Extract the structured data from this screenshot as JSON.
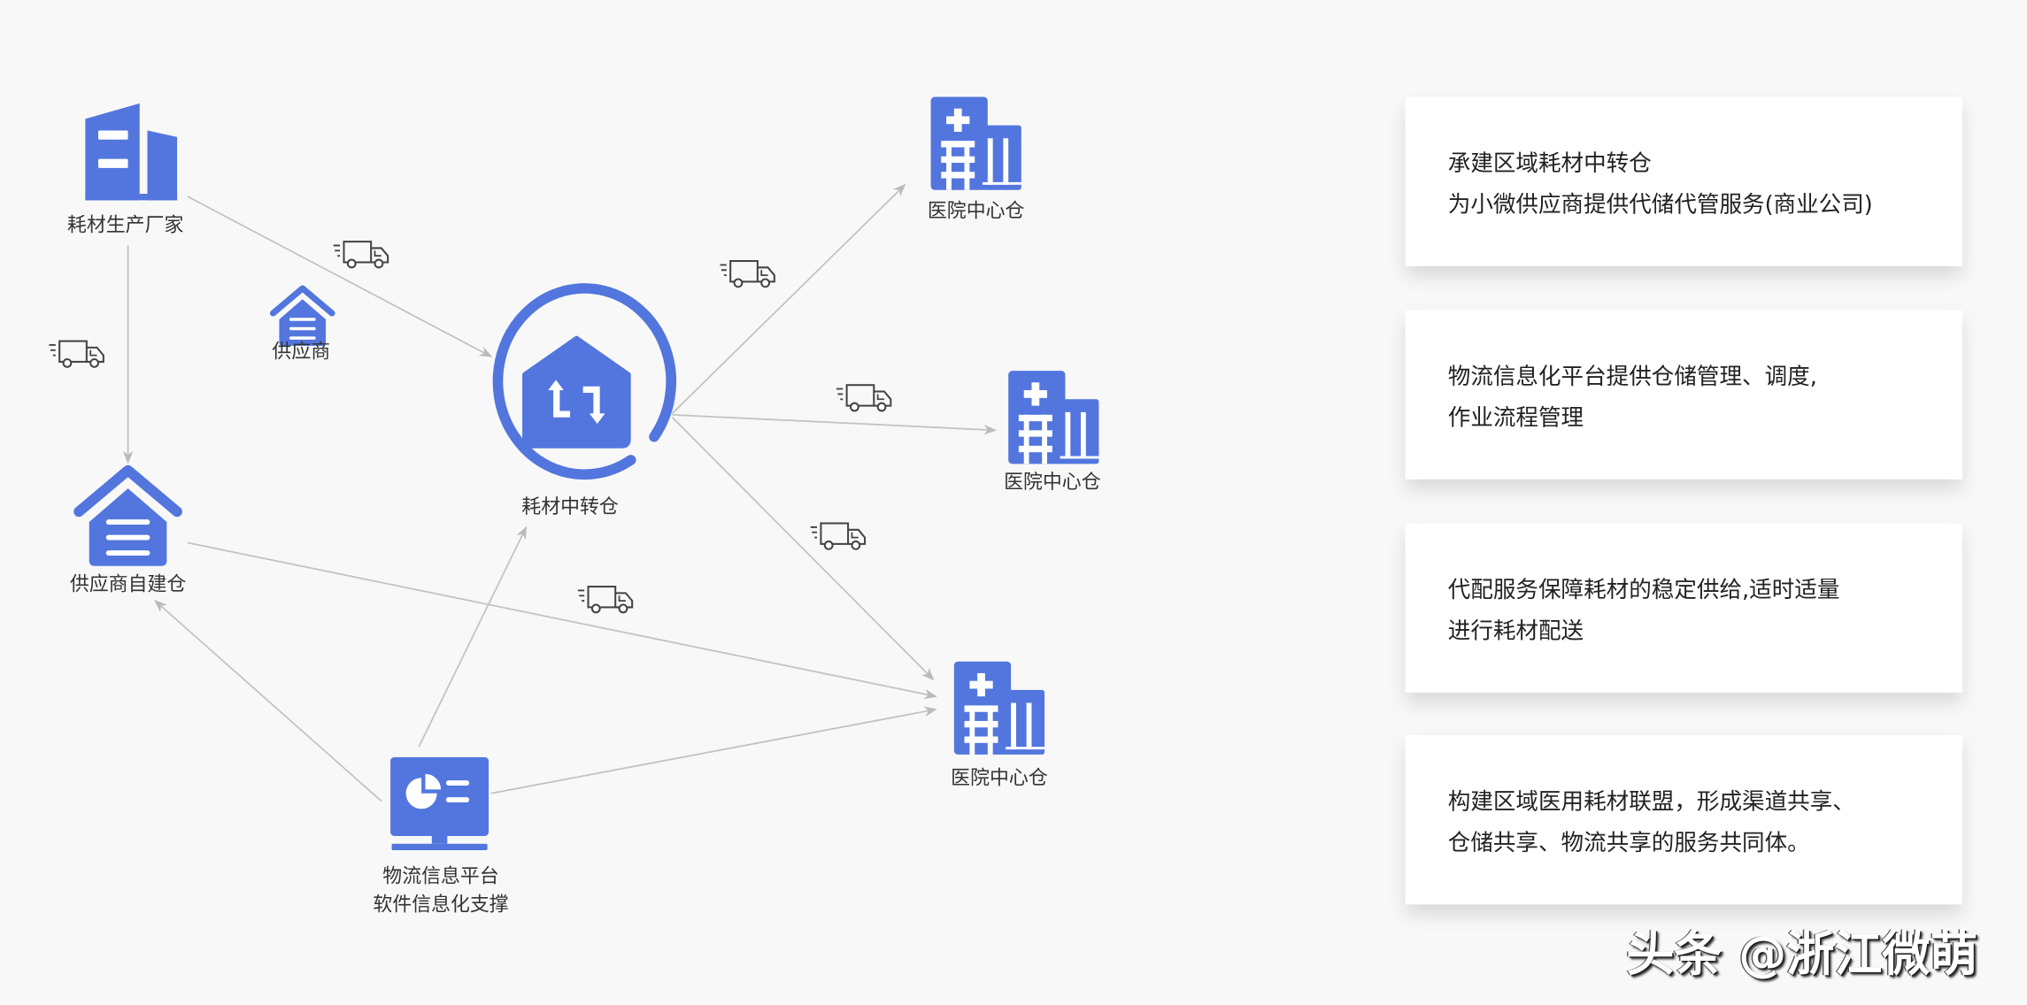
{
  "colors": {
    "accent": "#5276de",
    "line": "#c2c2c2",
    "background": "#f8f8f8"
  },
  "nodes": {
    "manufacturer": {
      "label": "耗材生产厂家",
      "icon": "factory-building-icon"
    },
    "supplier": {
      "label": "供应商",
      "icon": "warehouse-icon"
    },
    "supplier_warehouse": {
      "label": "供应商自建仓",
      "icon": "warehouse-icon"
    },
    "hub": {
      "label": "耗材中转仓",
      "icon": "transfer-house-icon"
    },
    "hospital_1": {
      "label": "医院中心仓",
      "icon": "hospital-icon"
    },
    "hospital_2": {
      "label": "医院中心仓",
      "icon": "hospital-icon"
    },
    "hospital_3": {
      "label": "医院中心仓",
      "icon": "hospital-icon"
    },
    "platform": {
      "label_line1": "物流信息平台",
      "label_line2": "软件信息化支撑",
      "icon": "monitor-dashboard-icon"
    }
  },
  "cards": [
    {
      "line1": "承建区域耗材中转仓",
      "line2": "为小微供应商提供代储代管服务(商业公司)"
    },
    {
      "line1": "物流信息化平台提供仓储管理、调度,",
      "line2": "作业流程管理"
    },
    {
      "line1": "代配服务保障耗材的稳定供给,适时适量",
      "line2": "进行耗材配送"
    },
    {
      "line1": "构建区域医用耗材联盟，形成渠道共享、",
      "line2": "仓储共享、物流共享的服务共同体。"
    }
  ],
  "watermark": "头条 @浙江微萌"
}
